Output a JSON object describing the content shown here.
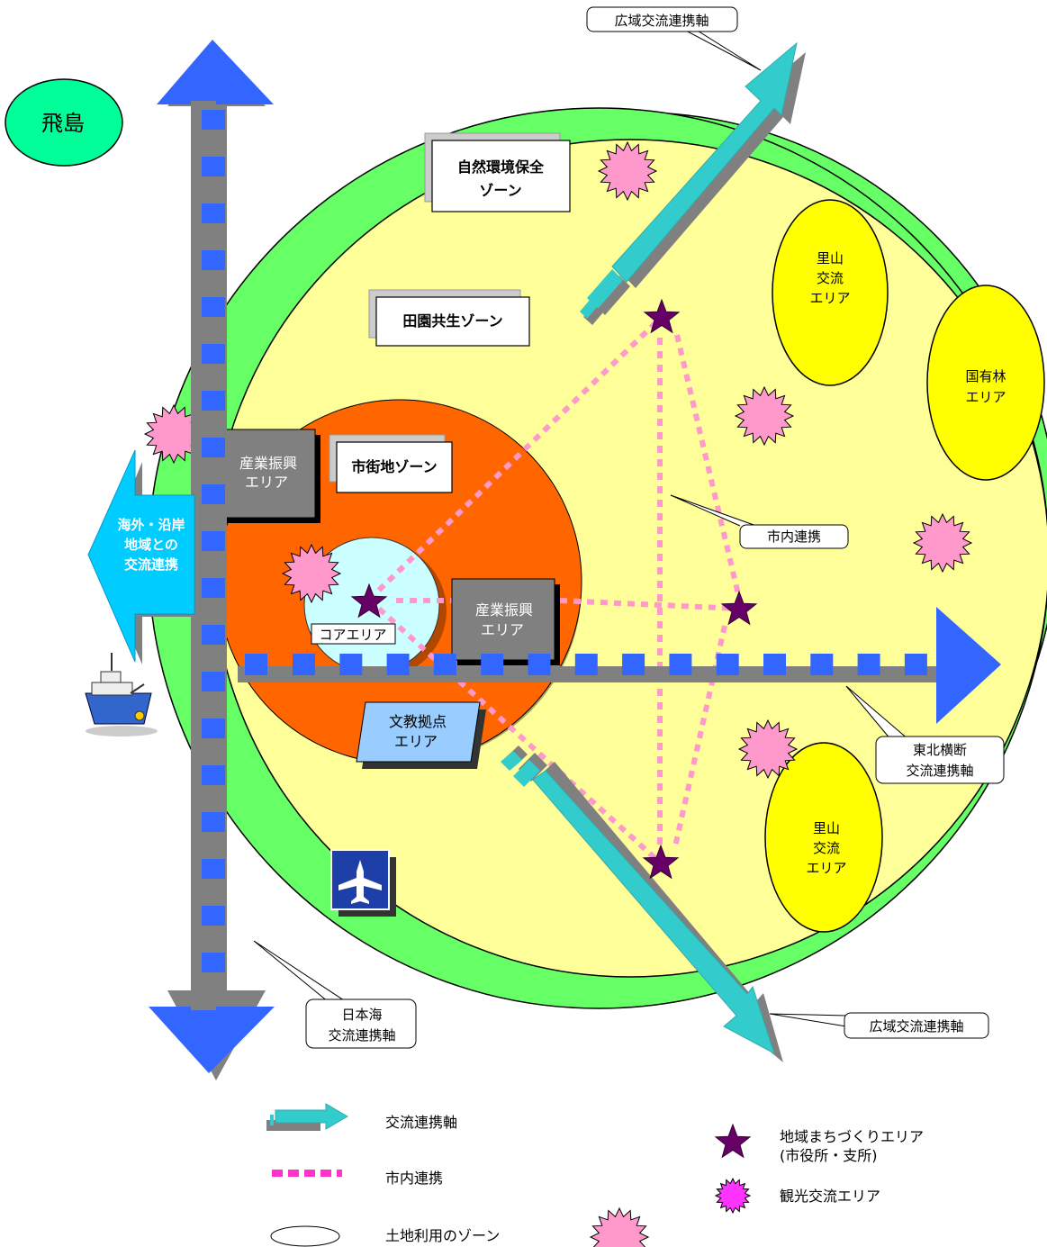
{
  "labels": {
    "asuka": "飛島",
    "nature_zone": [
      "自然環境保全",
      "ゾーン"
    ],
    "rural_zone": "田園共生ゾーン",
    "urban_zone": "市街地ゾーン",
    "industry_west": [
      "産業振興",
      "エリア"
    ],
    "industry_east": [
      "産業振興",
      "エリア"
    ],
    "core_area": "コアエリア",
    "education": [
      "文教拠点",
      "エリア"
    ],
    "overseas": [
      "海外・沿岸",
      "地域との",
      "交流連携"
    ],
    "satoyama_north": [
      "里山",
      "交流",
      "エリア"
    ],
    "satoyama_south": [
      "里山",
      "交流",
      "エリア"
    ],
    "national_forest": [
      "国有林",
      "エリア"
    ]
  },
  "callouts": {
    "wide_ne": "広域交流連携軸",
    "wide_se": "広域交流連携軸",
    "city_link": "市内連携",
    "ne_axis": [
      "東北横断",
      "交流連携軸"
    ],
    "sea_axis": [
      "日本海",
      "交流連携軸"
    ]
  },
  "legend": [
    {
      "symbol": "axis-arrow",
      "label": "交流連携軸"
    },
    {
      "symbol": "dotted-link",
      "label": "市内連携"
    },
    {
      "symbol": "zone-ellipse",
      "label": "土地利用のゾーン"
    },
    {
      "symbol": "star",
      "label": [
        "地域まちづくりエリア",
        "(市役所・支所)"
      ]
    },
    {
      "symbol": "burst",
      "label": "観光交流エリア"
    }
  ],
  "colors": {
    "outer_green": "#66ff66",
    "rural_yellow": "#ffff99",
    "urban_orange": "#ff6600",
    "core_cyan": "#ccffff",
    "axis_blue": "#3366ff",
    "axis_teal": "#33cccc",
    "link_pink": "#ff99cc",
    "burst_pink": "#ff99cc",
    "star_purple": "#660066",
    "yellow_area": "#ffff00",
    "grey_box": "#808080",
    "education_blue": "#99ccff",
    "overseas_cyan": "#00ccff",
    "asuka_green": "#00ff99"
  }
}
